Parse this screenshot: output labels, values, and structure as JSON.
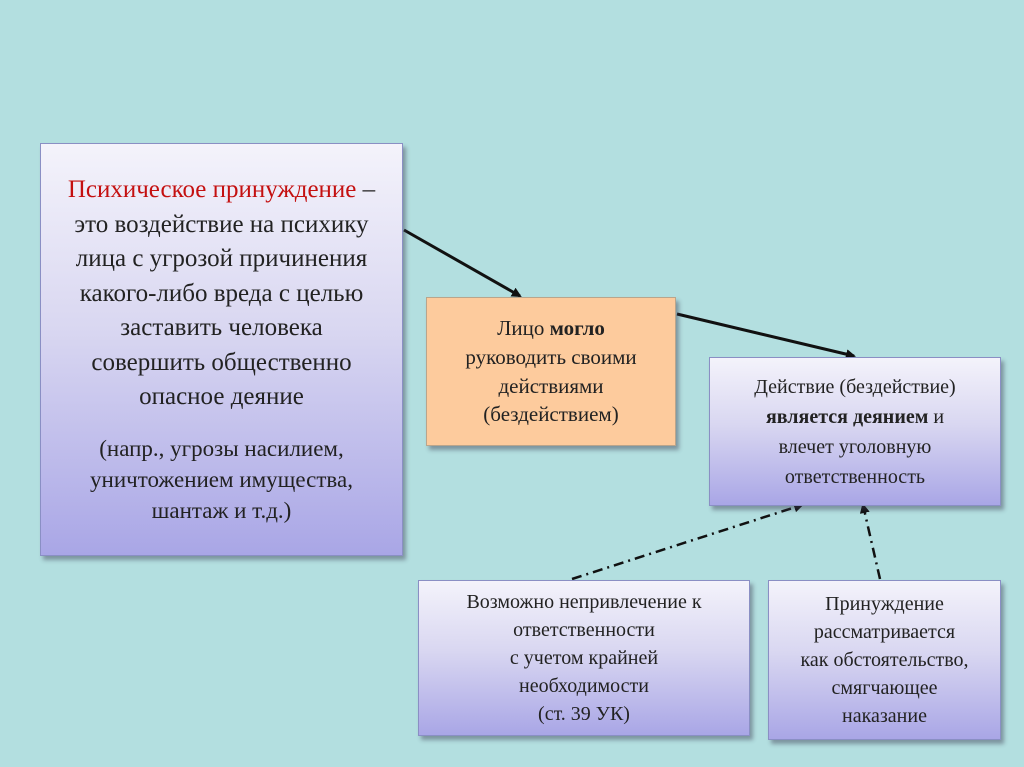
{
  "box_main": {
    "title": "Психическое принуждение",
    "dash": " –",
    "lines": [
      "это воздействие на психику",
      "лица с угрозой причинения",
      "какого-либо вреда с целью",
      "заставить человека",
      "совершить общественно",
      "опасное деяние"
    ],
    "note_lines": [
      "(напр., угрозы насилием,",
      "уничтожением имущества,",
      "шантаж и т.д.)"
    ]
  },
  "box_could": {
    "line1_pre": "Лицо ",
    "line1_bold": "могло",
    "lines": [
      "руководить своими",
      "действиями",
      "(бездействием)"
    ]
  },
  "box_act": {
    "line1": "Действие (бездействие)",
    "line2_bold": "является деянием",
    "line2_post": " и",
    "lines": [
      "влечет уголовную",
      "ответственность"
    ]
  },
  "box_necessity": {
    "lines": [
      "Возможно непривлечение к",
      "ответственности",
      "с учетом крайней",
      "необходимости",
      "(ст. 39 УК)"
    ]
  },
  "box_mitigating": {
    "lines": [
      "Принуждение",
      "рассматривается",
      "как обстоятельство,",
      "смягчающее",
      "наказание"
    ]
  },
  "colors": {
    "background": "#b3dfe0",
    "title_red": "#c41010",
    "orange_box": "#fdcb9d",
    "box_gradient_bottom": "#a9a6e6"
  }
}
